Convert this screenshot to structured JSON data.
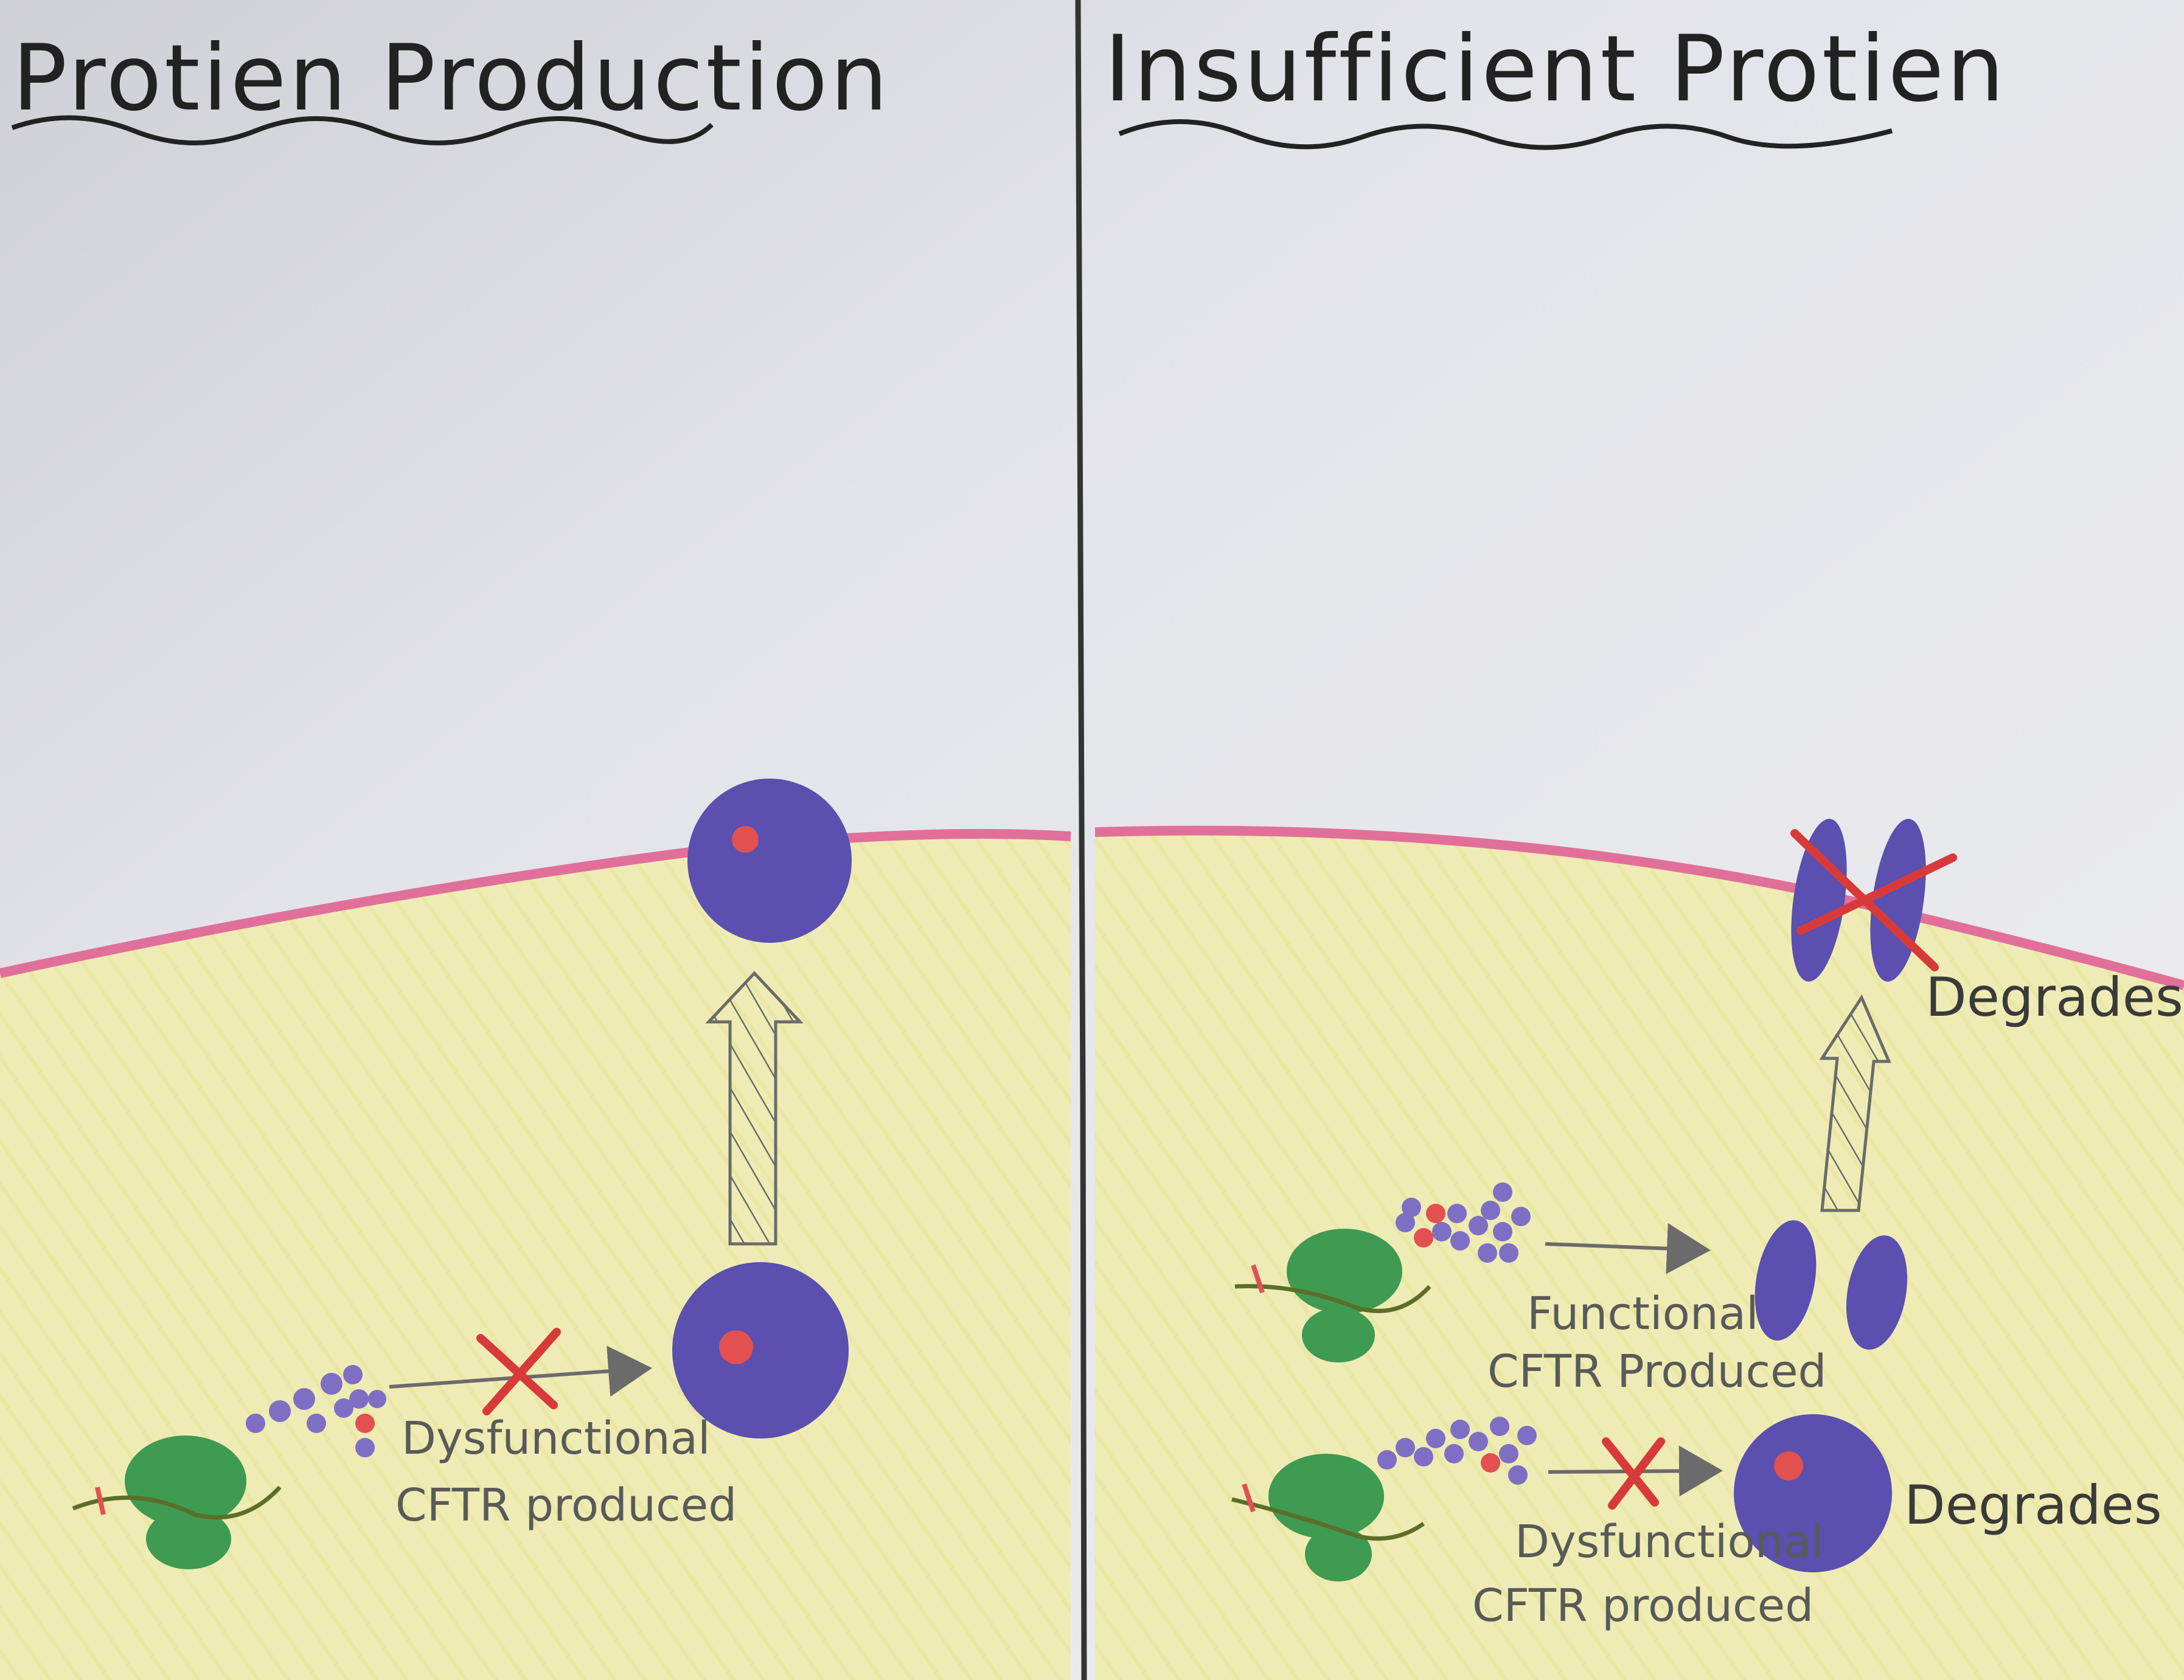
{
  "panels": {
    "left": {
      "title": "Protien Production",
      "label_line1": "Dysfunctional",
      "label_line2": "CFTR produced"
    },
    "right": {
      "title": "Insufficient Protien",
      "functional_line1": "Functional",
      "functional_line2": "CFTR Produced",
      "dysfunctional_line1": "Dysfunctional",
      "dysfunctional_line2": "CFTR produced",
      "degrades_top": "Degrades",
      "degrades_bottom": "Degrades"
    }
  },
  "colors": {
    "paper": "#e4e5ea",
    "cytoplasm": "#efeeb8",
    "membrane": "#e0709a",
    "protein": "#5b4fb0",
    "ribosome": "#3f9a52",
    "mutation": "#e25050",
    "cross": "#d83a3a",
    "pencil": "#6b6b6b",
    "divider": "#333333"
  }
}
